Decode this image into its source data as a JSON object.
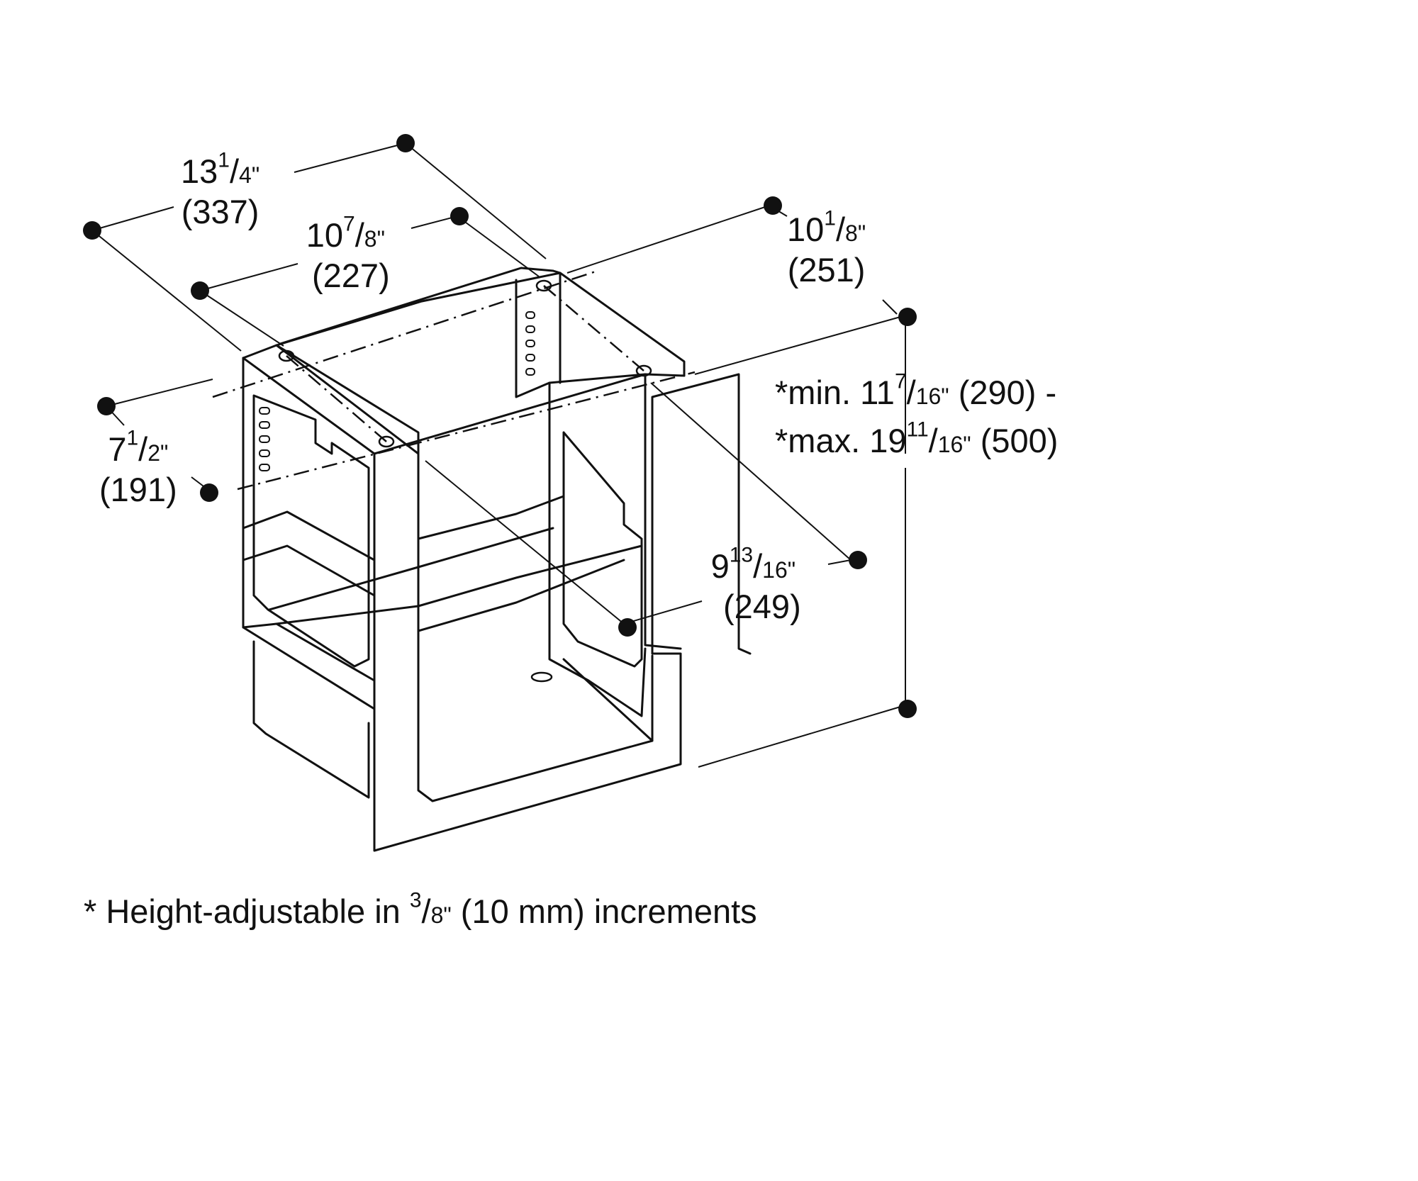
{
  "dimensions": {
    "depth_outer": {
      "whole": "13",
      "num": "1",
      "den": "4\"",
      "mm": "(337)"
    },
    "depth_inner": {
      "whole": "10",
      "num": "7",
      "den": "8\"",
      "mm": "(227)"
    },
    "width": {
      "whole": "10",
      "num": "1",
      "den": "8\"",
      "mm": "(251)"
    },
    "hole_offset": {
      "whole": "7",
      "num": "1",
      "den": "2\"",
      "mm": "(191)"
    },
    "hole_spacing": {
      "whole": "9",
      "num": "13",
      "den": "16\"",
      "mm": "(249)"
    },
    "height_min": {
      "prefix": "*min. 11",
      "num": "7",
      "den": "16\"",
      "rest": " (290) -"
    },
    "height_max": {
      "prefix": "*max. 19",
      "num": "11",
      "den": "16\"",
      "rest": " (500)"
    }
  },
  "footnote": {
    "prefix": "* Height-adjustable in ",
    "num": "3",
    "den": "8\"",
    "rest": " (10 mm) increments"
  },
  "colors": {
    "line": "#111111",
    "background": "#ffffff"
  }
}
